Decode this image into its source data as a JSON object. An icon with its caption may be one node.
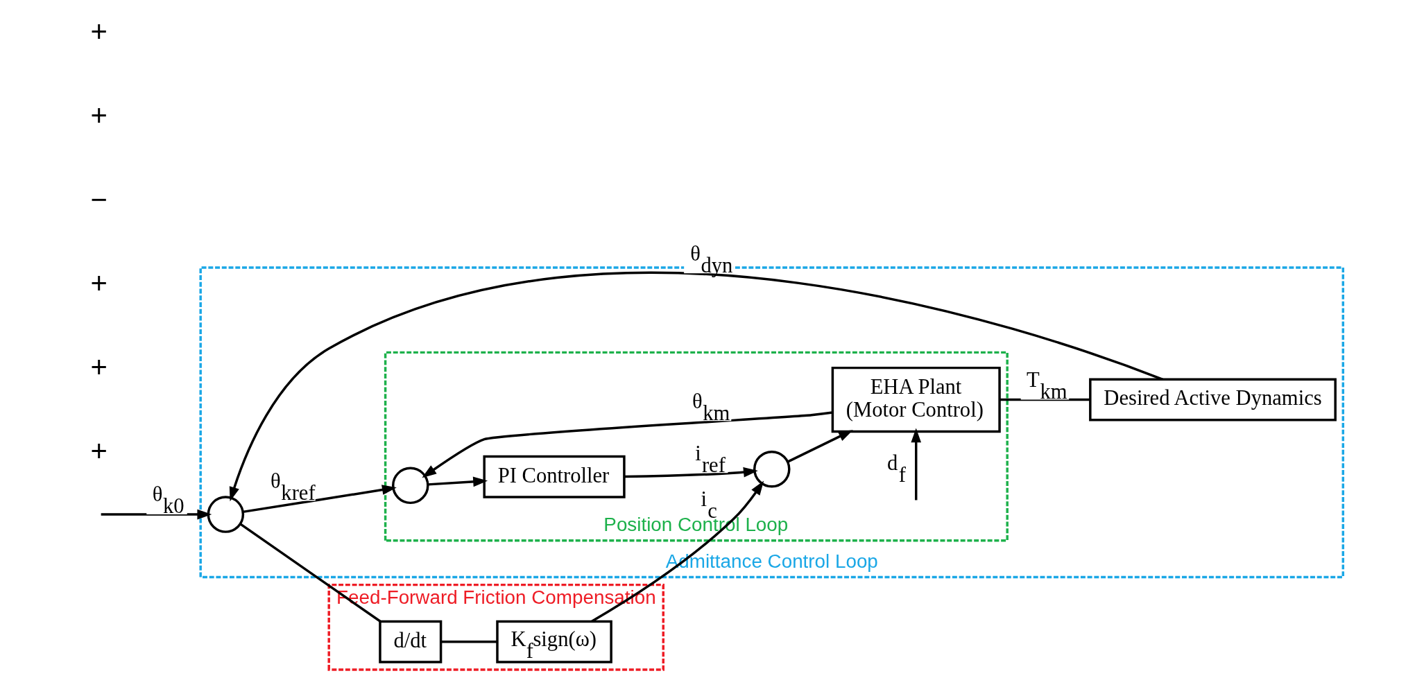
{
  "diagram": {
    "nodes": [
      {
        "text": [
          "Feed-Forward Friction Compensation"
        ]
      },
      {
        "text": [
          "d/dt"
        ],
        "in": 0
      },
      {
        "text": [
          "K$_{f}$sign(ω)"
        ],
        "in": 0
      },
      {
        "text": [
          "Admittance Control Loop"
        ]
      },
      {
        "text": [
          "Position Control Loop"
        ],
        "in": 3
      },
      {
        "text": [],
        "shape": "circle",
        "in": 3
      },
      {
        "text": [],
        "shape": "circle",
        "in": 4
      },
      {
        "text": [
          "PI Controller"
        ],
        "in": 4
      },
      {
        "text": [],
        "shape": "circle",
        "in": 4
      },
      {
        "text": [
          "EHA Plant",
          "(Motor Control)"
        ],
        "in": 4
      },
      {
        "text": [
          "Desired Active Dynamics"
        ],
        "in": 3
      }
    ],
    "edges": [
      {
        "from": null,
        "to": 5,
        "arrow": "to",
        "label": "θ$_{k0}$"
      },
      {
        "from": 5,
        "to": 6,
        "arrow": "to",
        "label": "θ$_{kref}$"
      },
      {
        "from": 5,
        "to": 1,
        "arrow": "none"
      },
      {
        "from": 1,
        "to": 2,
        "arrow": "none"
      },
      {
        "from": 2,
        "to": 8,
        "arrow": "to",
        "label": "i$_{c}$"
      },
      {
        "from": 6,
        "to": 7,
        "arrow": "to"
      },
      {
        "from": 7,
        "to": 8,
        "arrow": "to",
        "label": "i$_{ref}$"
      },
      {
        "from": 8,
        "to": 9,
        "arrow": "to"
      },
      {
        "from": null,
        "to": 9,
        "arrow": "to",
        "label": "d$_{f}$"
      },
      {
        "from": 9,
        "to": 6,
        "arrow": "to",
        "label": "θ$_{km}$"
      },
      {
        "from": 9,
        "to": 10,
        "arrow": "none",
        "label": "T$_{km}$"
      },
      {
        "from": 10,
        "to": 5,
        "arrow": "to",
        "label": "θ$_{dyn}$"
      }
    ],
    "labels": [
      "+",
      "+",
      "+",
      "−",
      "+",
      "+"
    ]
  }
}
